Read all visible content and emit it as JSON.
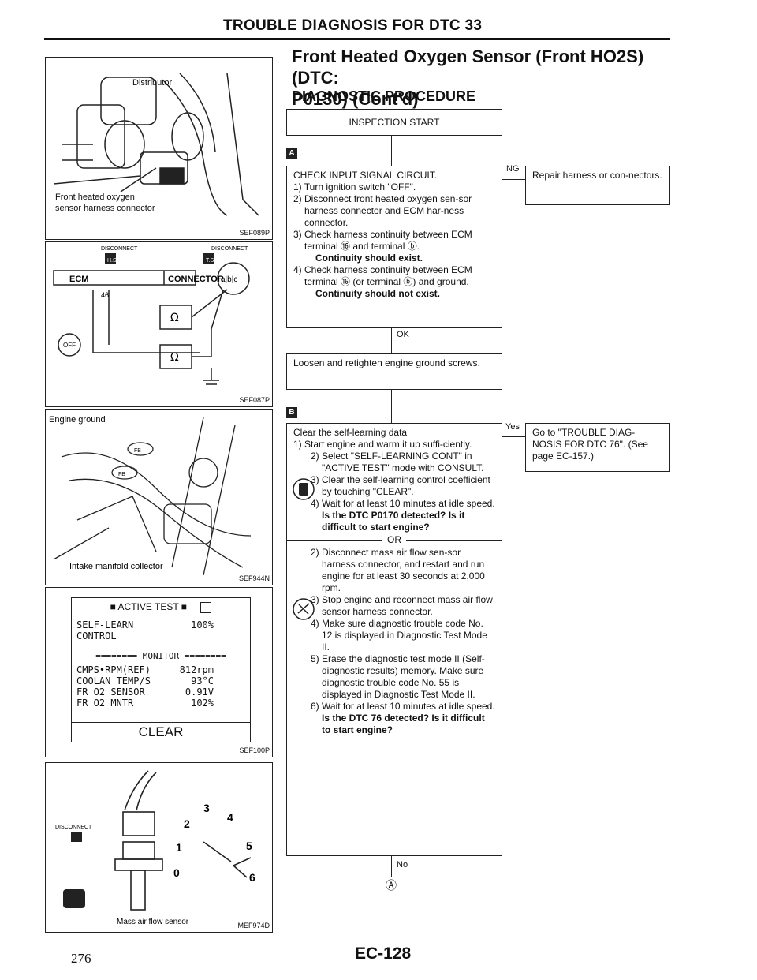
{
  "header": {
    "section_title": "TROUBLE DIAGNOSIS FOR DTC 33"
  },
  "title": {
    "line1": "Front Heated Oxygen Sensor (Front HO2S) (DTC:",
    "line2": "P0130) (Cont'd)"
  },
  "procedure_heading": "DIAGNOSTIC PROCEDURE",
  "figures": {
    "fig1": {
      "code": "SEF089P",
      "label_distributor": "Distributor",
      "label_sensor_1": "Front heated oxygen",
      "label_sensor_2": "sensor harness connector"
    },
    "fig2": {
      "code": "SEF087P",
      "step": "A",
      "disconnect": "DISCONNECT",
      "hs": "H.S.",
      "ts": "T.S.",
      "ecm": "ECM",
      "connector": "CONNECTOR",
      "pin": "46",
      "ab": "a|b|c",
      "ohm": "Ω",
      "off": "OFF"
    },
    "fig3": {
      "code": "SEF944N",
      "label_ground": "Engine ground",
      "label_collector": "Intake manifold collector",
      "fb": "FB"
    },
    "fig4": {
      "code": "SEF100P",
      "step": "B",
      "header": "ACTIVE TEST",
      "self_learn": "SELF-LEARN",
      "self_learn_val": "100%",
      "control": "CONTROL",
      "monitor": "======== MONITOR ========",
      "rows": [
        {
          "k": "CMPS•RPM(REF)",
          "v": "812rpm"
        },
        {
          "k": "COOLAN TEMP/S",
          "v": "93°C"
        },
        {
          "k": "FR O2 SENSOR",
          "v": "0.91V"
        },
        {
          "k": "FR O2 MNTR",
          "v": "102%"
        }
      ],
      "clear": "CLEAR"
    },
    "fig5": {
      "code": "MEF974D",
      "step": "B",
      "disconnect": "DISCONNECT",
      "label_maf": "Mass air flow sensor",
      "g0": "0",
      "g1": "1",
      "g2": "2",
      "g3": "3",
      "g4": "4",
      "g5": "5",
      "g6": "6"
    }
  },
  "flow": {
    "start": "INSPECTION START",
    "step_a": "A",
    "step_b": "B",
    "check": {
      "title": "CHECK INPUT SIGNAL CIRCUIT.",
      "s1": "1) Turn ignition switch \"OFF\".",
      "s2": "2) Disconnect front heated oxygen sen-sor harness connector and ECM har-ness connector.",
      "s3": "3) Check harness continuity between ECM terminal ⑯ and terminal ⓑ.",
      "s3b": "Continuity should exist.",
      "s4": "4) Check harness continuity between ECM terminal ⑯ (or terminal ⓑ) and ground.",
      "s4b": "Continuity should not exist."
    },
    "ng": "NG",
    "repair": "Repair harness or con-nectors.",
    "ok": "OK",
    "loosen": "Loosen and retighten engine ground screws.",
    "clear": {
      "title": "Clear the self-learning data",
      "s1": "1) Start engine and warm it up suffi-ciently.",
      "s2": "2) Select \"SELF-LEARNING CONT\" in \"ACTIVE TEST\" mode with CONSULT.",
      "s3": "3) Clear the self-learning control coefficient by touching \"CLEAR\".",
      "s4": "4) Wait for at least 10 minutes at idle speed.",
      "q1": "Is the DTC P0170 detected? Is it difficult to start engine?",
      "or": "OR",
      "t2": "2) Disconnect mass air flow sen-sor harness connector, and restart and run engine for at least 30 seconds at 2,000 rpm.",
      "t3": "3) Stop engine and reconnect mass air flow sensor harness connector.",
      "t4": "4) Make sure diagnostic trouble code No. 12 is displayed in Diagnostic Test Mode II.",
      "t5": "5) Erase the diagnostic test mode II (Self-diagnostic results) memory. Make sure diagnostic trouble code No. 55 is displayed in Diagnostic Test Mode II.",
      "t6": "6) Wait for at least 10 minutes at idle speed.",
      "q2": "Is the DTC 76 detected? Is it difficult to start engine?"
    },
    "yes": "Yes",
    "goto": "Go to \"TROUBLE DIAG-NOSIS FOR DTC 76\". (See page EC-157.)",
    "no": "No",
    "next": "Ⓐ"
  },
  "footer": {
    "page_number": "276",
    "page_code": "EC-128"
  }
}
